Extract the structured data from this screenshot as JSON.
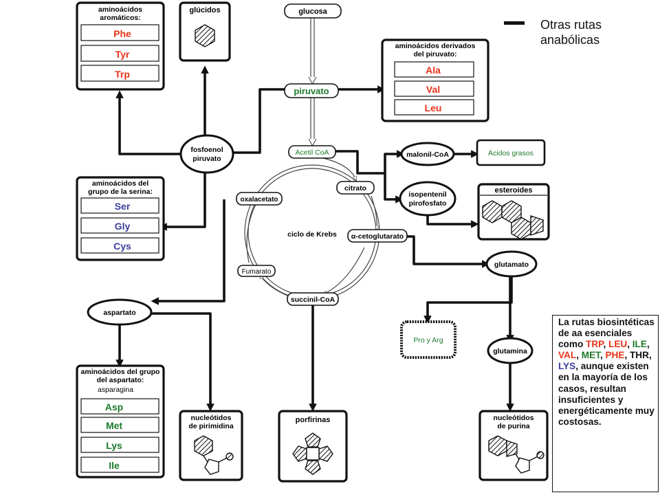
{
  "colors": {
    "red": "#e8321b",
    "blue": "#3a3d9c",
    "green": "#1c7a2a",
    "dark": "#111111"
  },
  "legend": {
    "line1": "Otras rutas",
    "line2": "anabólicas"
  },
  "nodes": {
    "glucosa": "glucosa",
    "piruvato": "piruvato",
    "acetil_coa": "Acetil CoA",
    "fosfoenol": [
      "fosfoenol",
      "piruvato"
    ],
    "malonil": "malonil-CoA",
    "acidos_grasos": "Ácidos grasos",
    "isopentenil": [
      "isopentenil",
      "pirofosfato"
    ],
    "oxalacetato": "oxalacetato",
    "citrato": "citrato",
    "ciclo": "ciclo de Krebs",
    "cetoglutarato": "α-cetoglutarato",
    "fumarato": "Fumarato",
    "succinil": "succinil-CoA",
    "glutamato": "glutamato",
    "aspartato": "aspartato",
    "pro_arg": "Pro y Arg",
    "glutamina": "glutamina"
  },
  "boxes": {
    "aromaticos": {
      "title": [
        "aminoácidos",
        "aromáticos:"
      ],
      "items": [
        "Phe",
        "Tyr",
        "Trp"
      ]
    },
    "glucidos": {
      "title": "glúcidos"
    },
    "piruvato_derivados": {
      "title": [
        "aminoácidos derivados",
        "del piruvato:"
      ],
      "items": [
        "Ala",
        "Val",
        "Leu"
      ]
    },
    "serina": {
      "title": [
        "aminoácidos del",
        "grupo de la serina:"
      ],
      "items": [
        "Ser",
        "Gly",
        "Cys"
      ]
    },
    "esteroides": {
      "title": "esteroides"
    },
    "aspartato_grupo": {
      "title": [
        "aminoácidos del grupo",
        "del aspartato:"
      ],
      "subtitle": "asparagina",
      "items": [
        "Asp",
        "Met",
        "Lys",
        "Ile"
      ]
    },
    "pirimidina": {
      "title": [
        "nucleótidos",
        "de pirimidina"
      ]
    },
    "porfirinas": {
      "title": "porfirinas"
    },
    "purina": {
      "title": [
        "nucleótidos",
        "de purina"
      ]
    }
  },
  "note": {
    "segments": [
      {
        "text": "La rutas biosintéticas de aa esenciales como ",
        "color": "#111111"
      },
      {
        "text": "TRP",
        "color": "#e8321b"
      },
      {
        "text": ", ",
        "color": "#111111"
      },
      {
        "text": "LEU",
        "color": "#e8321b"
      },
      {
        "text": ", ",
        "color": "#111111"
      },
      {
        "text": "ILE",
        "color": "#1c7a2a"
      },
      {
        "text": ", ",
        "color": "#111111"
      },
      {
        "text": "VAL",
        "color": "#e8321b"
      },
      {
        "text": ", ",
        "color": "#111111"
      },
      {
        "text": "MET",
        "color": "#1c7a2a"
      },
      {
        "text": ",",
        "color": "#111111"
      },
      {
        "text": " PHE",
        "color": "#e8321b"
      },
      {
        "text": ", THR, ",
        "color": "#111111"
      },
      {
        "text": "LYS",
        "color": "#3a3d9c"
      },
      {
        "text": ", aunque existen en la mayoría de los casos, resultan insuficientes y energéticamente muy costosas.",
        "color": "#111111"
      }
    ]
  }
}
